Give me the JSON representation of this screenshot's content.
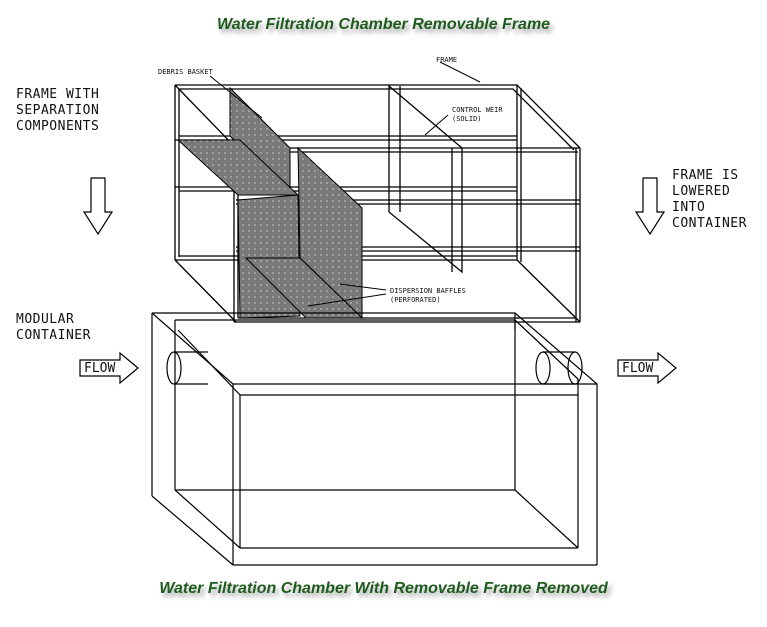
{
  "titles": {
    "top": "Water Filtration Chamber Removable Frame",
    "bottom": "Water Filtration Chamber With Removable Frame Removed"
  },
  "labels": {
    "frame_with_components": "FRAME WITH\nSEPARATION\nCOMPONENTS",
    "frame_lowered": "FRAME IS\nLOWERED\nINTO\nCONTAINER",
    "modular_container": "MODULAR\nCONTAINER",
    "flow_in": "FLOW",
    "flow_out": "FLOW"
  },
  "callouts": {
    "debris_basket": "DEBRIS BASKET",
    "frame": "FRAME",
    "control_weir": "CONTROL WEIR\n(SOLID)",
    "dispersion_baffles": "DISPERSION BAFFLES\n(PERFORATED)"
  },
  "colors": {
    "title_green": "#1f5b1f",
    "line": "#000000",
    "panel_fill": "#7a7a7a"
  }
}
